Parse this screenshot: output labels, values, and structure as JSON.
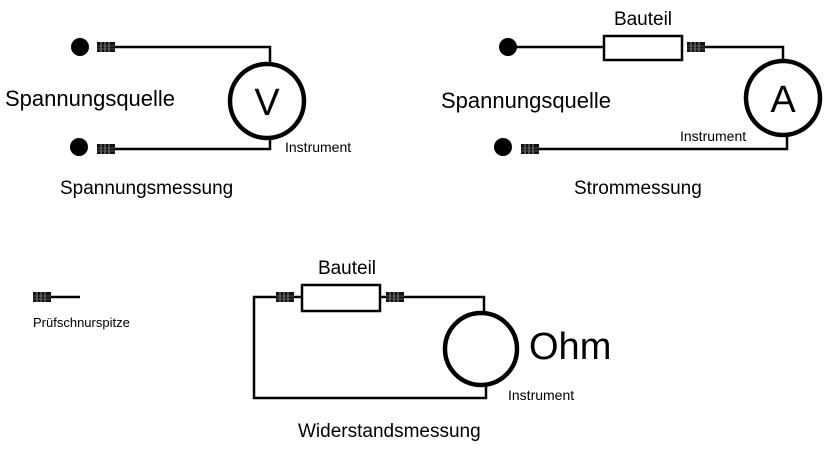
{
  "voltage": {
    "source_label": "Spannungsquelle",
    "meter_symbol": "V",
    "instrument_label": "Instrument",
    "caption": "Spannungsmessung"
  },
  "current": {
    "component_label": "Bauteil",
    "source_label": "Spannungsquelle",
    "meter_symbol": "A",
    "instrument_label": "Instrument",
    "caption": "Strommessung"
  },
  "resistance": {
    "component_label": "Bauteil",
    "meter_unit": "Ohm",
    "instrument_label": "Instrument",
    "caption": "Widerstandsmessung"
  },
  "legend": {
    "probe_label": "Prüfschnurspitze"
  }
}
